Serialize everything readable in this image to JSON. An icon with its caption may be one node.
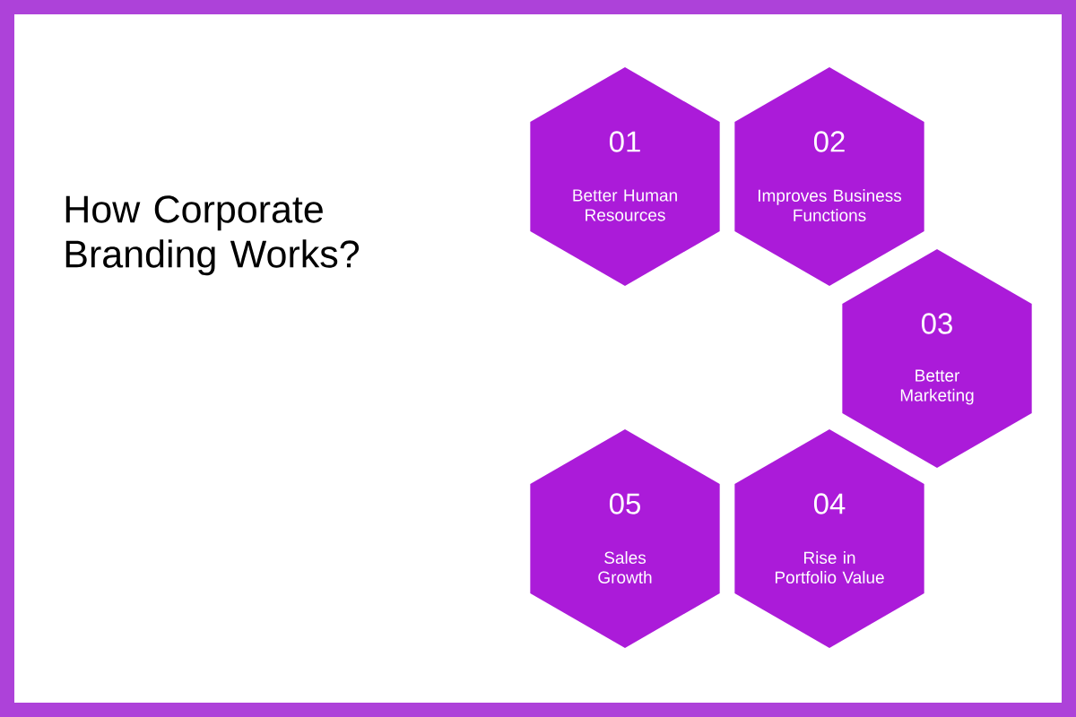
{
  "diagram": {
    "title": "How Corporate Branding Works?",
    "nodes": [
      {
        "text": [
          "01",
          "Better Human Resources"
        ]
      },
      {
        "text": [
          "02",
          "Improves Business Functions"
        ]
      },
      {
        "text": [
          "03",
          "Better Marketing"
        ]
      },
      {
        "text": [
          "05",
          "Sales Growth"
        ]
      },
      {
        "text": [
          "04",
          "Rise in Portfolio Value"
        ]
      }
    ]
  }
}
